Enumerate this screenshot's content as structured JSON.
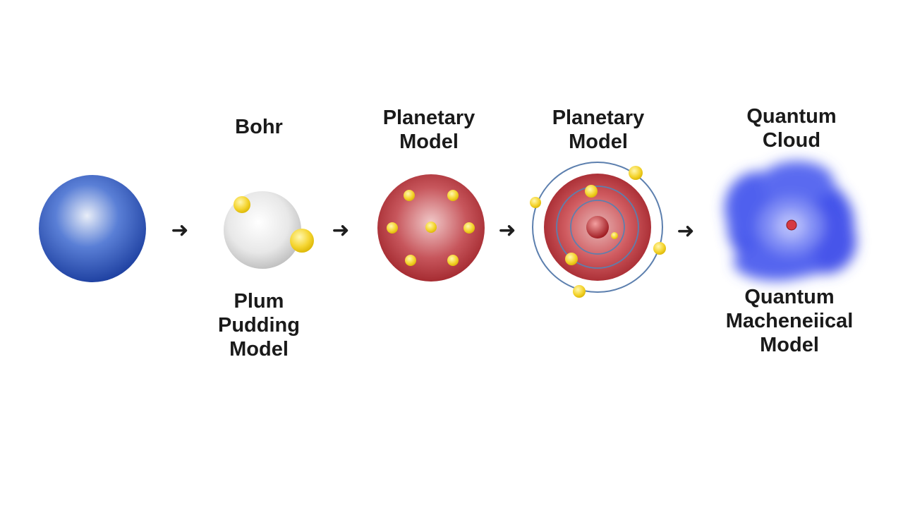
{
  "models": [
    {
      "id": "solid-sphere",
      "top_label": "",
      "bottom_label": ""
    },
    {
      "id": "plum-pudding",
      "top_label": "Bohr",
      "bottom_label": "Plum\nPudding\nModel"
    },
    {
      "id": "planetary-1",
      "top_label": "Planetary\nModel",
      "bottom_label": ""
    },
    {
      "id": "planetary-2",
      "top_label": "Planetary\nModel",
      "bottom_label": ""
    },
    {
      "id": "quantum",
      "top_label": "Quantum\nCloud",
      "bottom_label": "Quantum\nMacheneiical\nModel"
    }
  ],
  "arrow_glyph": "➜",
  "colors": {
    "sphere_blue": "#2a4fb8",
    "plum_white": "#e6e6e6",
    "planetary_red": "#b7323a",
    "electron_yellow": "#f5d531",
    "orbit_blue": "#5c7fae",
    "cloud_blue": "#3f4fe6",
    "arrow": "#1f1f1f"
  }
}
